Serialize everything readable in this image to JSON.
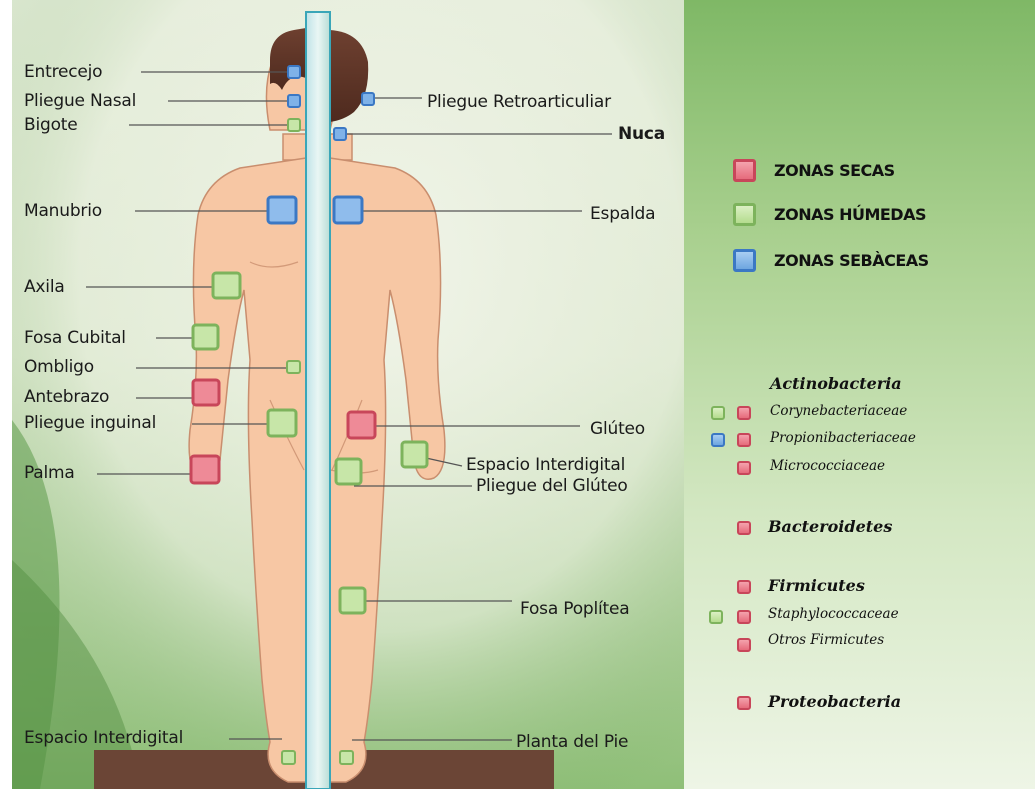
{
  "colors": {
    "dry": "#e46a7a",
    "moist": "#a9d48a",
    "sebaceous": "#6fa6e0",
    "skin": "#f8c8a6",
    "floor": "#6b4536",
    "panel": "#8fc278"
  },
  "body_labels_left": [
    {
      "text": "Entrecejo",
      "zone": "sebaceous"
    },
    {
      "text": "Pliegue Nasal",
      "zone": "sebaceous"
    },
    {
      "text": "Bigote",
      "zone": "moist"
    },
    {
      "text": "Manubrio",
      "zone": "sebaceous"
    },
    {
      "text": "Axila",
      "zone": "moist"
    },
    {
      "text": "Fosa Cubital",
      "zone": "moist"
    },
    {
      "text": "Ombligo",
      "zone": "moist"
    },
    {
      "text": "Antebrazo",
      "zone": "dry"
    },
    {
      "text": "Pliegue inguinal",
      "zone": "moist"
    },
    {
      "text": "Palma",
      "zone": "dry"
    },
    {
      "text": "Espacio Interdigital",
      "zone": "moist"
    }
  ],
  "body_labels_right": [
    {
      "text": "Pliegue  Retroarticuliar",
      "zone": "sebaceous"
    },
    {
      "text": "Nuca",
      "zone": "sebaceous"
    },
    {
      "text": "Espalda",
      "zone": "sebaceous"
    },
    {
      "text": "Glúteo",
      "zone": "dry"
    },
    {
      "text": "Espacio Interdigital",
      "zone": "moist"
    },
    {
      "text": "Pliegue del Glúteo",
      "zone": "moist"
    },
    {
      "text": "Fosa Poplítea",
      "zone": "moist"
    },
    {
      "text": "Planta del Pie",
      "zone": "moist"
    }
  ],
  "legend": [
    {
      "label": "ZONAS SECAS",
      "zone": "dry"
    },
    {
      "label": "ZONAS HÚMEDAS",
      "zone": "moist"
    },
    {
      "label": "ZONAS SEBÀCEAS",
      "zone": "sebaceous"
    }
  ],
  "taxa": {
    "actinobacteria": {
      "name": "Actinobacteria",
      "families": [
        {
          "name": "Corynebacteriaceae",
          "zones": [
            "moist",
            "dry"
          ]
        },
        {
          "name": "Propionibacteriaceae",
          "zones": [
            "sebaceous",
            "dry"
          ]
        },
        {
          "name": "Micrococciaceae",
          "zones": [
            "dry"
          ]
        }
      ]
    },
    "bacteroidetes": {
      "name": "Bacteroidetes",
      "zones": [
        "dry"
      ]
    },
    "firmicutes": {
      "name": "Firmicutes",
      "zones": [
        "dry"
      ],
      "families": [
        {
          "name": "Staphylococcaceae",
          "zones": [
            "moist",
            "dry"
          ]
        },
        {
          "name": "Otros Firmicutes",
          "zones": [
            "dry"
          ]
        }
      ]
    },
    "proteobacteria": {
      "name": "Proteobacteria",
      "zones": [
        "dry"
      ]
    }
  }
}
